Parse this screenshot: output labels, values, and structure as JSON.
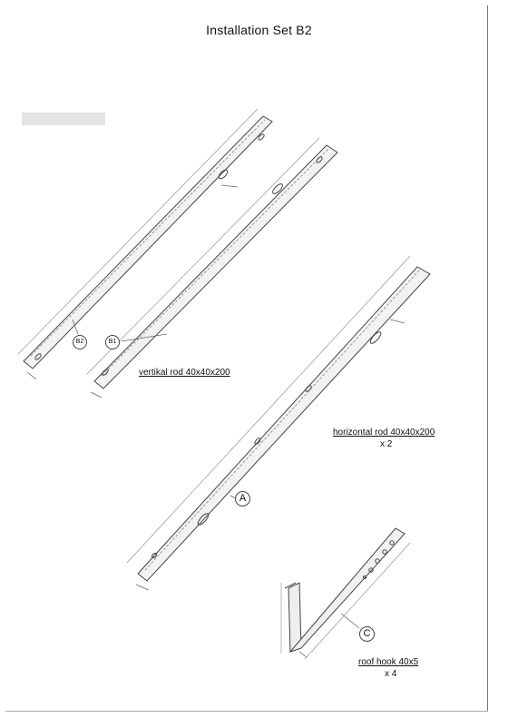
{
  "title": "Installation Set  B2",
  "parts": {
    "vertical": {
      "label": "vertikal rod 40x40x200",
      "callout_b1": "B1",
      "callout_b2": "B2"
    },
    "horizontal": {
      "label": "horizontal rod 40x40x200",
      "qty": "x 2",
      "callout": "A"
    },
    "hook": {
      "label": "roof hook 40x5",
      "qty": "x 4",
      "callout": "C"
    }
  }
}
